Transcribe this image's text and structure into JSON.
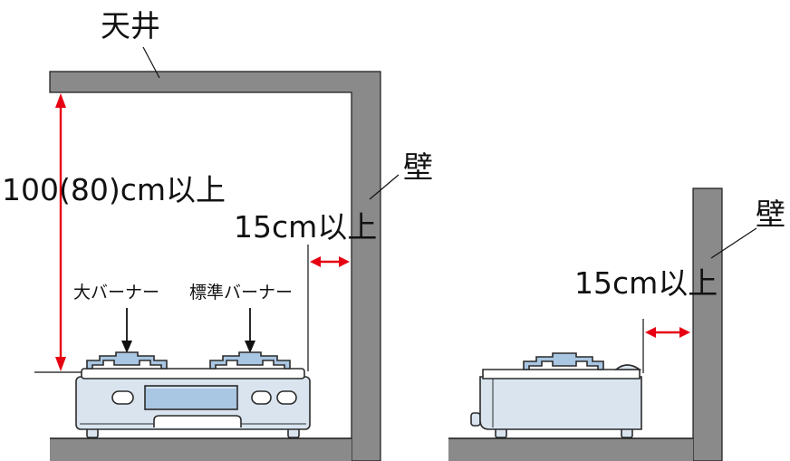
{
  "labels": {
    "ceiling": "天井",
    "wall_left": "壁",
    "wall_right": "壁",
    "height_clearance": "100(80)cm以上",
    "side_clearance_left": "15cm以上",
    "side_clearance_right": "15cm以上",
    "large_burner": "大バーナー",
    "standard_burner": "標準バーナー"
  },
  "colors": {
    "wall": "#8a8a8b",
    "stove_body": "#d9e4ef",
    "stove_outline": "#2b2b2b",
    "grate": "#a9c6e2",
    "arrow": "#e60012",
    "line": "#111111"
  }
}
